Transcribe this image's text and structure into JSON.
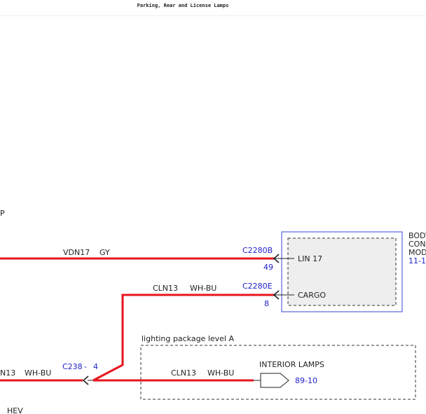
{
  "header": {
    "title": "Parking, Rear and License Lamps"
  },
  "colors": {
    "wire": "#e8141c",
    "module_border": "#5566dd",
    "connector_text": "#2222cc",
    "ink": "#222222"
  },
  "labels": {
    "top_left_fragment": "P",
    "bottom_left_fragment": "HEV"
  },
  "wires": [
    {
      "circuit": "VDN17",
      "color": "GY"
    },
    {
      "circuit": "CLN13",
      "color": "WH-BU"
    },
    {
      "circuit": "N13",
      "color": "WH-BU"
    },
    {
      "circuit": "CLN13",
      "color": "WH-BU"
    }
  ],
  "connectors": {
    "c2280b": {
      "name": "C2280B",
      "pin": "49"
    },
    "c2280e": {
      "name": "C2280E",
      "pin": "8"
    },
    "c238": {
      "name": "C238",
      "separator": "-",
      "pin": "4"
    }
  },
  "module": {
    "name_lines": [
      "BODY",
      "CON",
      "MOD"
    ],
    "page_ref": "11-1",
    "pins": [
      "LIN 17",
      "CARGO"
    ]
  },
  "package": {
    "label": "lighting package level A",
    "component": "INTERIOR LAMPS",
    "page_ref": "89-10"
  }
}
